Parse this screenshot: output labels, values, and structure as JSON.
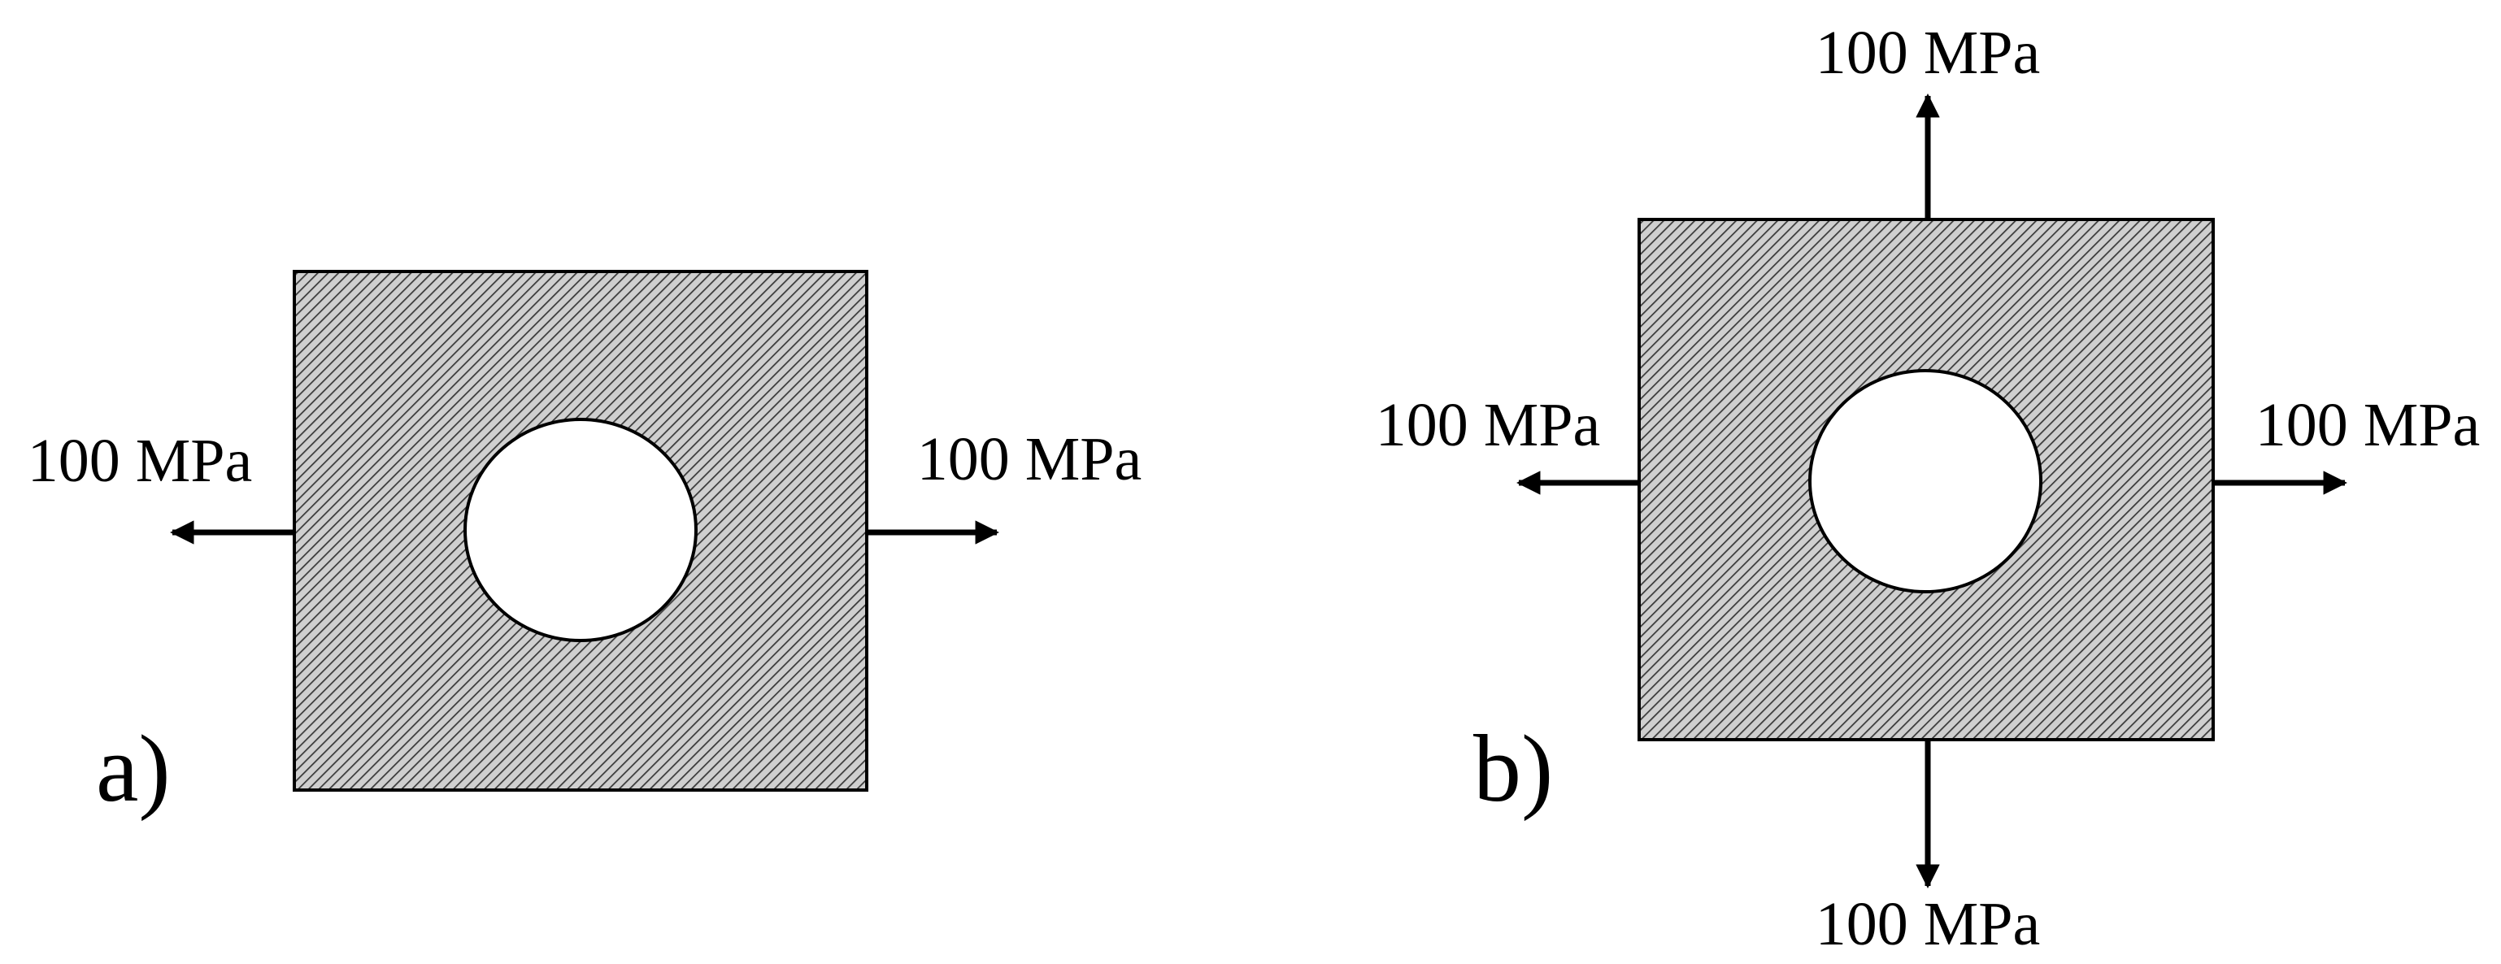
{
  "panels": [
    {
      "id": "a",
      "label": "a)",
      "loading": "uniaxial",
      "loads": {
        "left": "100 MPa",
        "right": "100 MPa"
      }
    },
    {
      "id": "b",
      "label": "b)",
      "loading": "biaxial",
      "loads": {
        "top": "100 MPa",
        "left": "100 MPa",
        "right": "100 MPa",
        "bottom": "100 MPa"
      }
    }
  ],
  "colors": {
    "line": "#000000",
    "hatch_fill": "#cfcfcf",
    "hatch_line": "#3a3a3a",
    "hole_fill": "#ffffff"
  }
}
